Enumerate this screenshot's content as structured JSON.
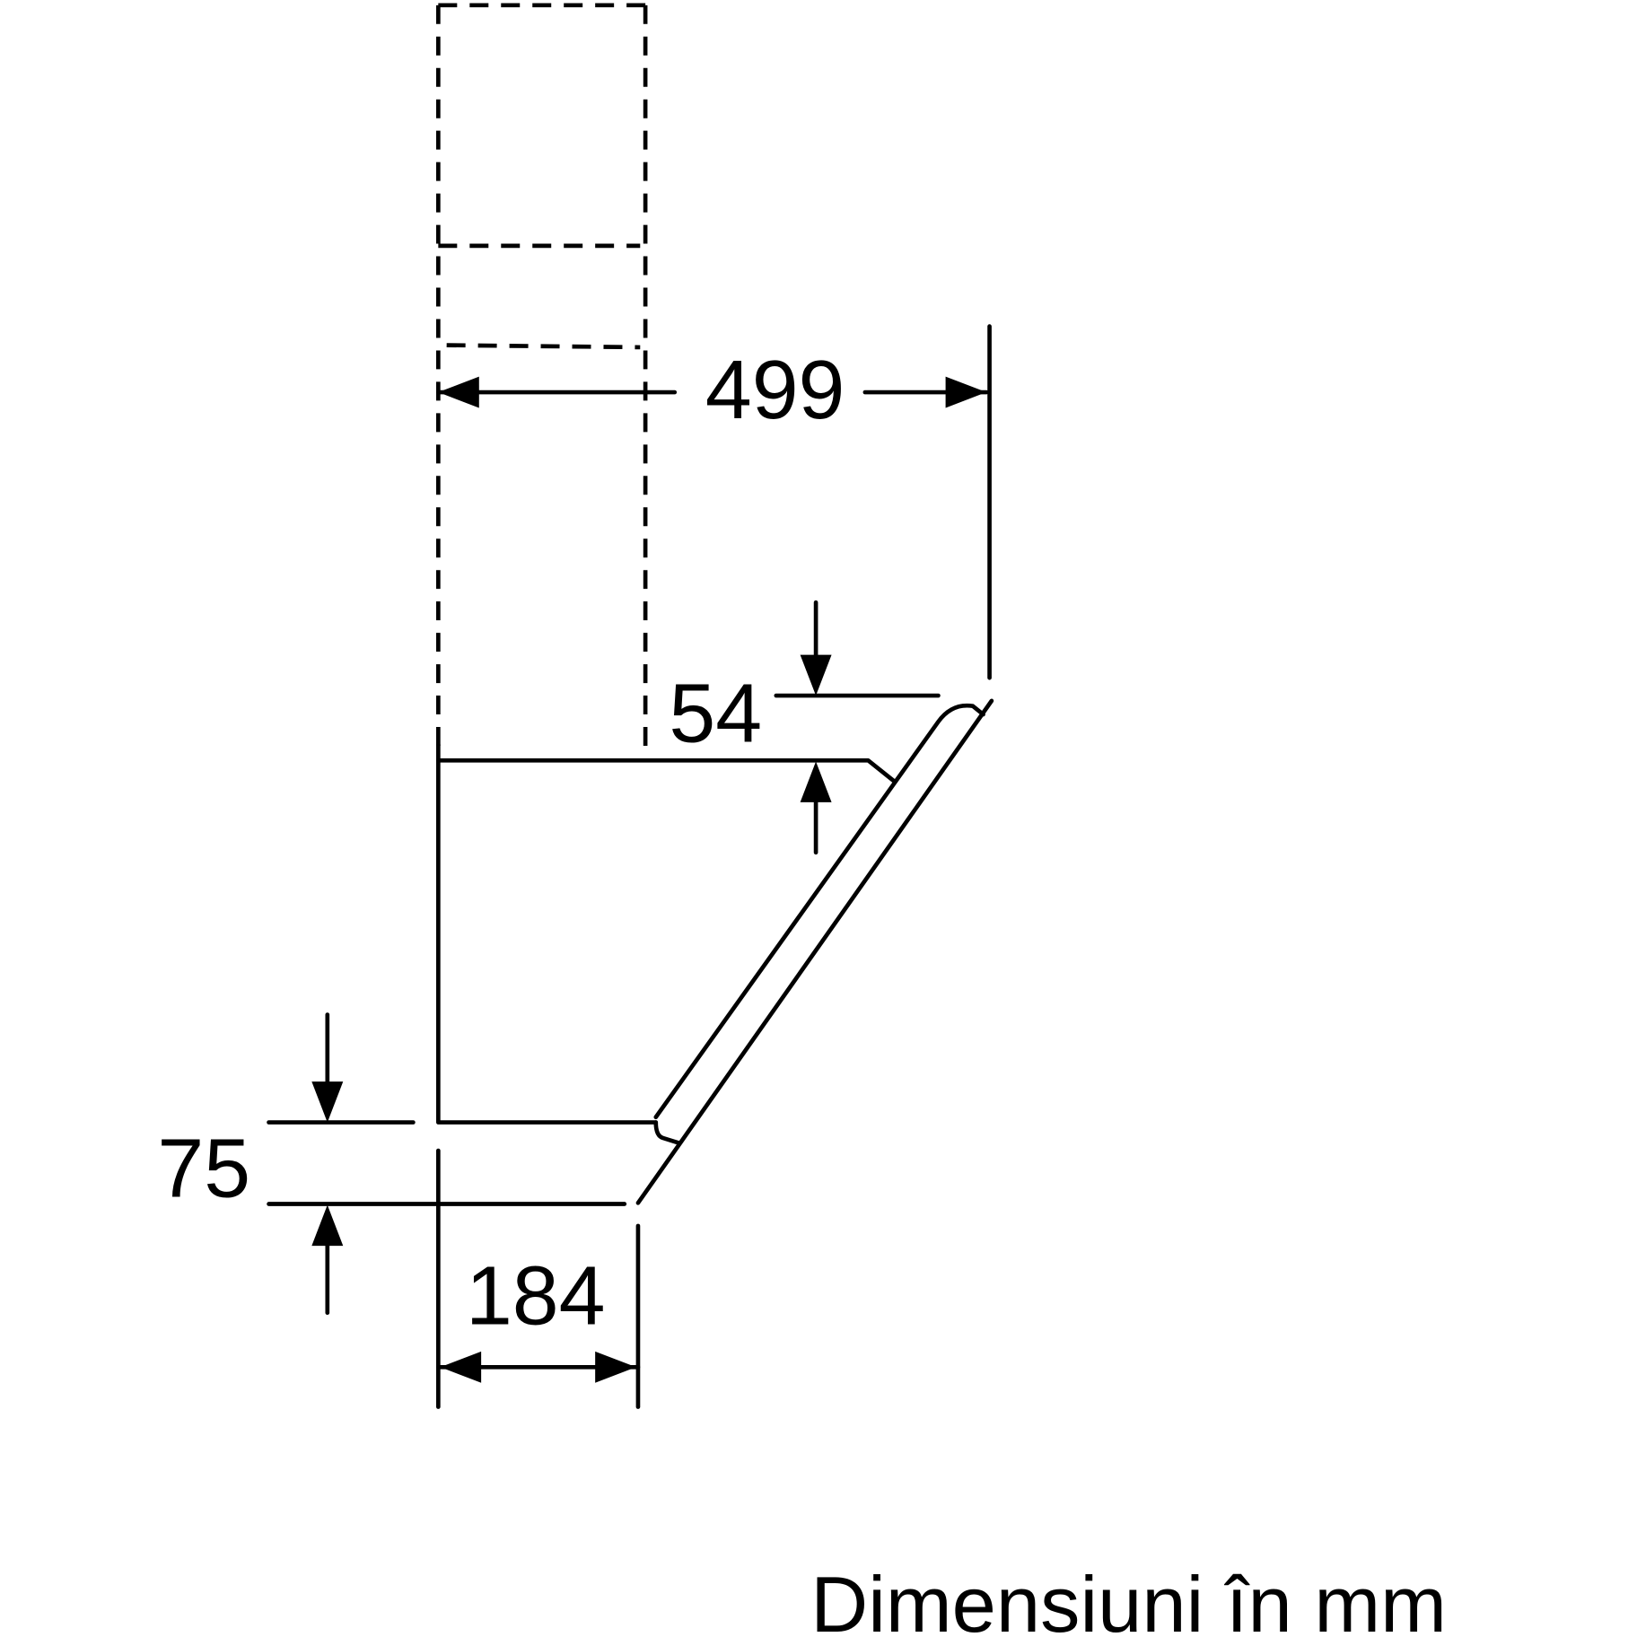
{
  "dimensions": {
    "width_total": "499",
    "top_offset": "54",
    "bottom_offset": "75",
    "depth_bottom": "184"
  },
  "caption": "Dimensiuni în mm",
  "colors": {
    "line": "#000000",
    "background": "#ffffff"
  }
}
